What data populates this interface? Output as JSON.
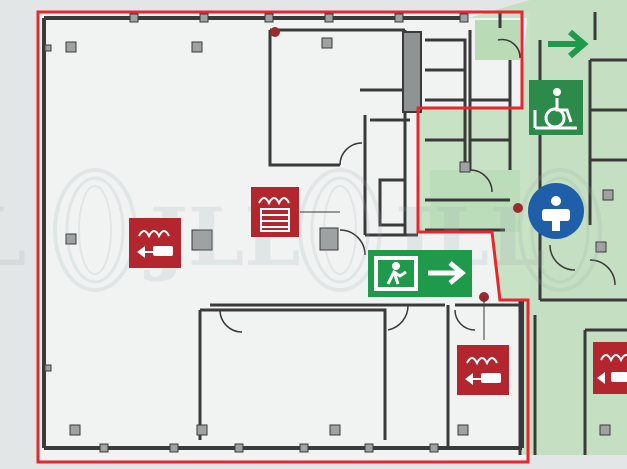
{
  "plan": {
    "watermark": "JLL",
    "colors": {
      "floor": "#f1f3f3",
      "outside": "#e3e6e6",
      "wall": "#3a3a3a",
      "boundary": "#e8262f",
      "escape_zone": "#b9dcb6",
      "exit_sign": "#1f9a4a",
      "fire_sign": "#b3262e",
      "accessibility": "#2c8a4b",
      "info_blue": "#1f5ea8",
      "column": "#9ea2a2",
      "marker": "#9b2a30"
    },
    "symbols": [
      {
        "name": "fire-extinguisher-sign",
        "count": 3
      },
      {
        "name": "fire-hose-reel-sign",
        "count": 1
      },
      {
        "name": "emergency-exit-sign",
        "count": 2
      },
      {
        "name": "accessible-toilet-sign",
        "count": 1
      },
      {
        "name": "assembly-info-sign",
        "count": 1
      }
    ]
  }
}
